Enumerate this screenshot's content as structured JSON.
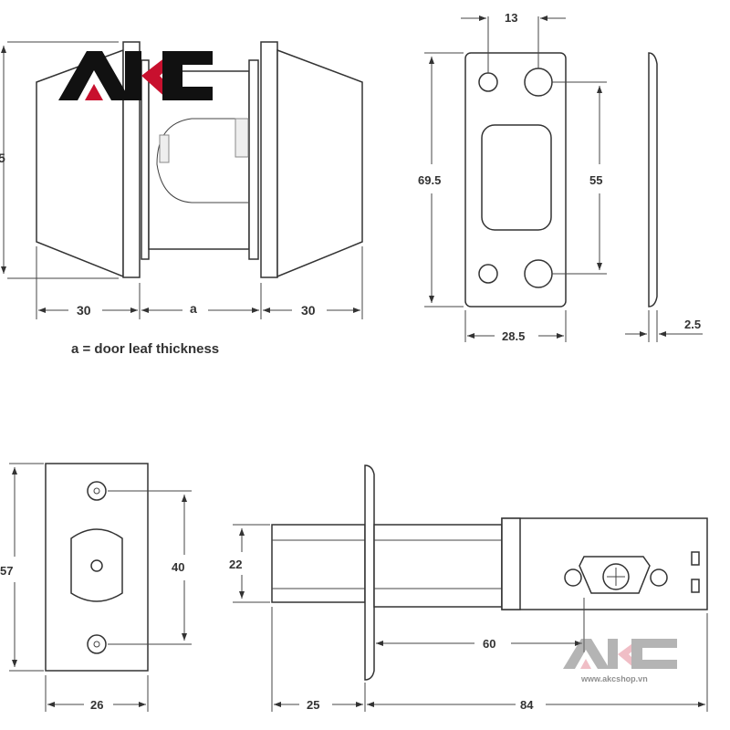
{
  "knob_view": {
    "height_label": "5",
    "left_label": "30",
    "middle_label": "a",
    "right_label": "30",
    "note": "a = door leaf thickness"
  },
  "strike_plate": {
    "hole_spacing_label": "13",
    "height_label": "69.5",
    "inner_label": "55",
    "width_label": "28.5",
    "thickness_label": "2.5"
  },
  "latch_plate": {
    "height_label": "57",
    "hole_label": "40",
    "width_label": "26"
  },
  "latch_side": {
    "bolt_label": "22",
    "stroke_label": "60",
    "front_label": "25",
    "backset_label": "84"
  },
  "logo": {
    "text": "AKC",
    "url": "www.akcshop.vn",
    "red": "#c8102e",
    "black": "#111111"
  }
}
